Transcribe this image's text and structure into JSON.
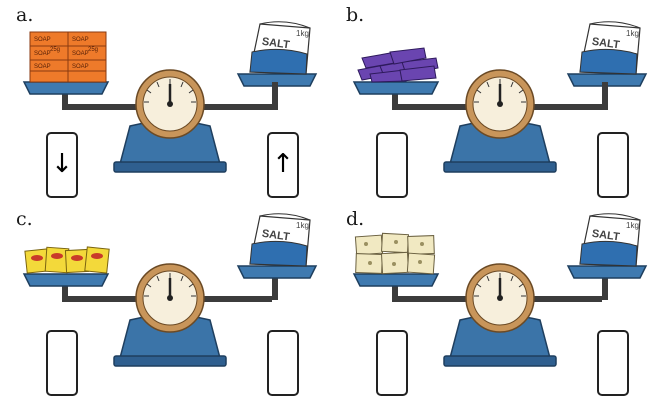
{
  "colors": {
    "stand_blue": "#3b74a8",
    "stand_dark": "#1f3f5f",
    "beam": "#3c3c3c",
    "pan_blue": "#3f7ab0",
    "dial_rim": "#c8955a",
    "dial_face": "#f7efdc",
    "needle": "#222222",
    "salt_bag_blue": "#2f6fb0",
    "soap_orange": "#ee7a2a",
    "purple_item": "#6a45b0",
    "yellow_item": "#f3d93a",
    "cream_item": "#f1e9c2"
  },
  "panels": [
    {
      "label": "a.",
      "left_item": {
        "kind": "soap-bars",
        "color": "#ee7a2a",
        "text": "SOAP",
        "subtext": "25g"
      },
      "right_item": {
        "kind": "salt-bag",
        "text": "SALT",
        "weight": "1kg"
      },
      "left_box_symbol": "↓",
      "right_box_symbol": "↑"
    },
    {
      "label": "b.",
      "left_item": {
        "kind": "purple-packets",
        "color": "#6a45b0"
      },
      "right_item": {
        "kind": "salt-bag",
        "text": "SALT",
        "weight": "1kg"
      },
      "left_box_symbol": "",
      "right_box_symbol": ""
    },
    {
      "label": "c.",
      "left_item": {
        "kind": "yellow-packets",
        "color": "#f3d93a"
      },
      "right_item": {
        "kind": "salt-bag",
        "text": "SALT",
        "weight": "1kg"
      },
      "left_box_symbol": "",
      "right_box_symbol": ""
    },
    {
      "label": "d.",
      "left_item": {
        "kind": "cream-packets",
        "color": "#f1e9c2"
      },
      "right_item": {
        "kind": "salt-bag",
        "text": "SALT",
        "weight": "1kg"
      },
      "left_box_symbol": "",
      "right_box_symbol": ""
    }
  ]
}
